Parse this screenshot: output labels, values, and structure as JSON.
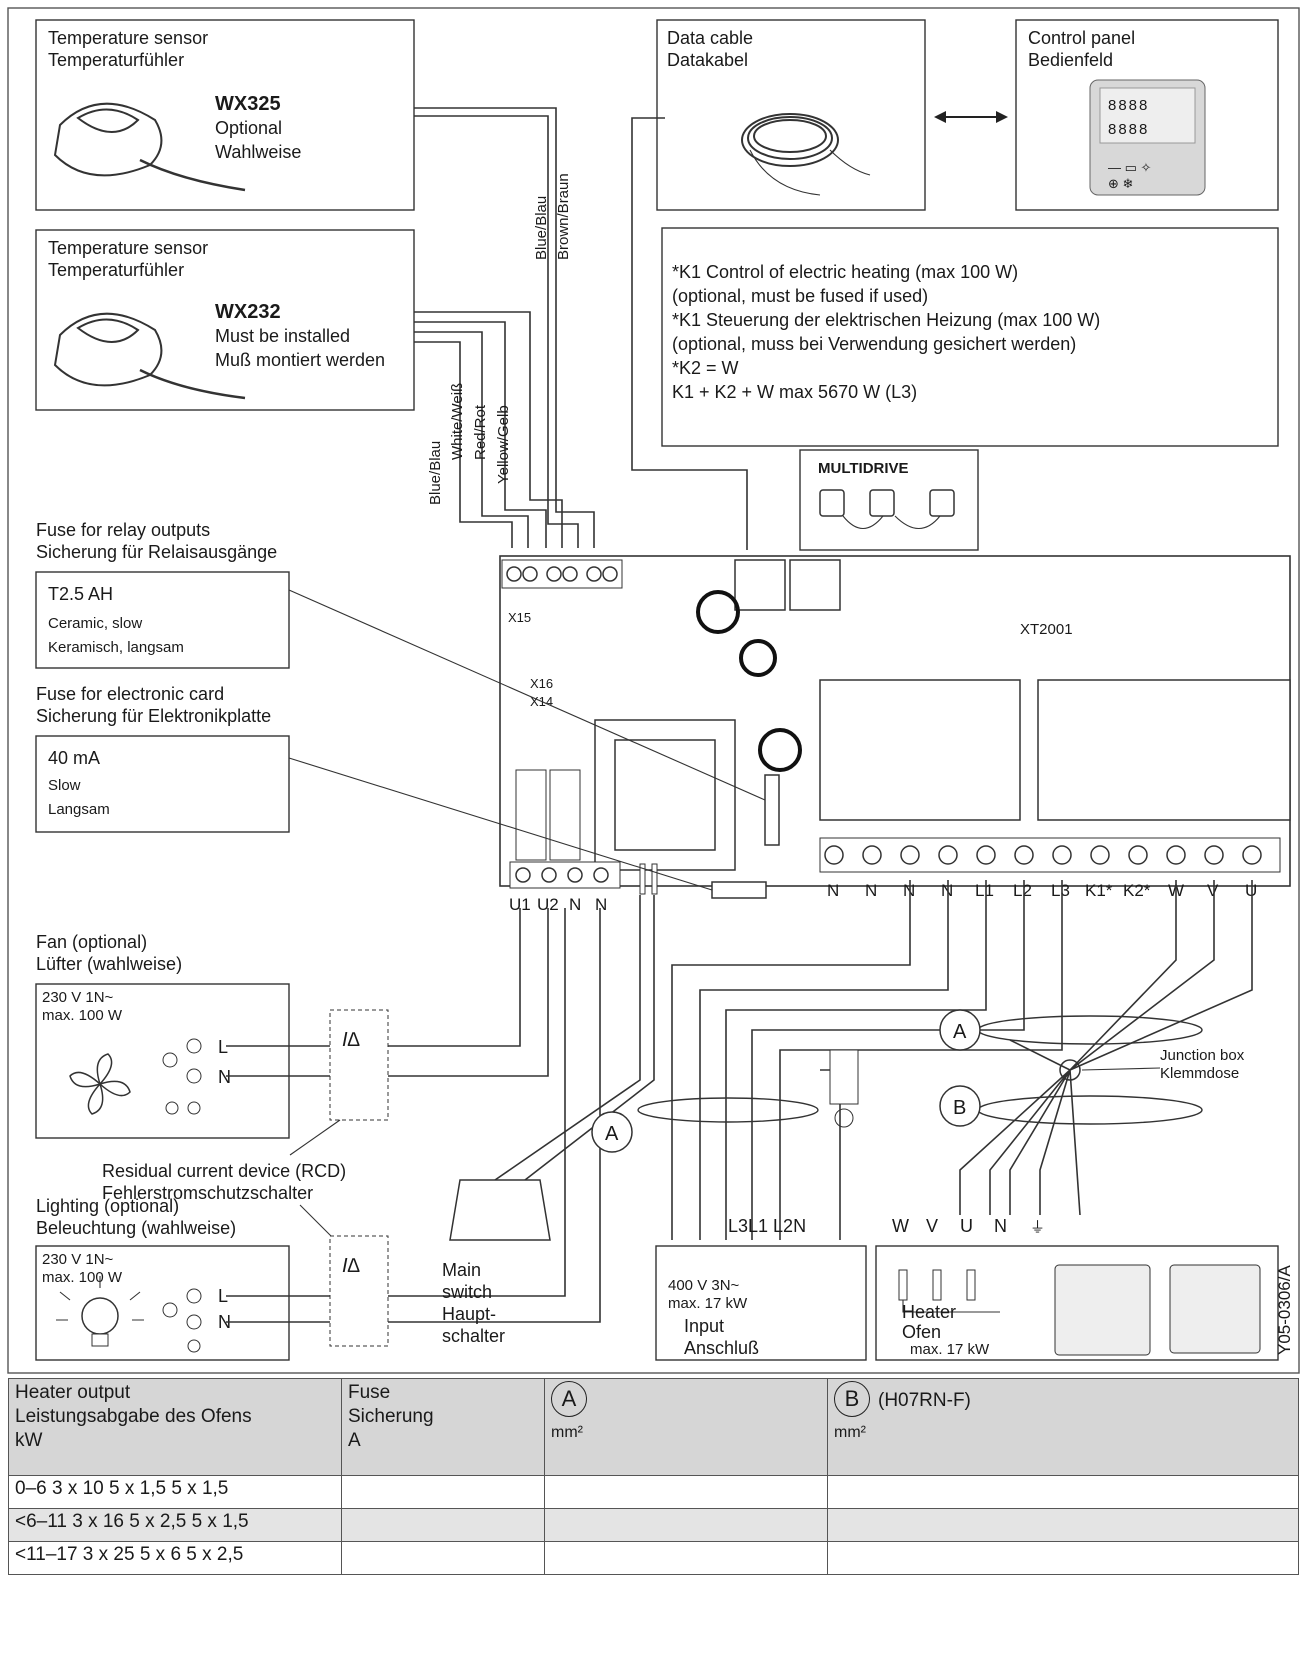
{
  "sensor1": {
    "title_en": "Temperature sensor",
    "title_de": "Temperaturfühler",
    "model": "WX325",
    "note_en": "Optional",
    "note_de": "Wahlweise"
  },
  "sensor2": {
    "title_en": "Temperature sensor",
    "title_de": "Temperaturfühler",
    "model": "WX232",
    "note_en": "Must be installed",
    "note_de": "Muß montiert werden"
  },
  "data_cable": {
    "en": "Data cable",
    "de": "Datakabel"
  },
  "control_panel": {
    "en": "Control panel",
    "de": "Bedienfeld"
  },
  "notes": [
    "*K1 Control of electric heating (max 100 W)",
    "(optional, must be fused if used)",
    "*K1 Steuerung der elektrischen Heizung (max 100 W)",
    "(optional, muss bei Verwendung gesichert werden)",
    "*K2 = W",
    "K1 + K2 + W max 5670 W (L3)"
  ],
  "wires_top": [
    "Blue/Blau",
    "Brown/Braun"
  ],
  "wires_sensor2": [
    "Blue/Blau",
    "White/Weiß",
    "Red/Rot",
    "Yellow/Gelb"
  ],
  "multidrive": "MULTIDRIVE",
  "board": {
    "model": "XT2001",
    "x15": "X15",
    "x16": "X16",
    "x14": "X14"
  },
  "fuse_relay": {
    "title_en": "Fuse for relay outputs",
    "title_de": "Sicherung für Relaisausgänge",
    "value": "T2.5 AH",
    "type_en": "Ceramic, slow",
    "type_de": "Keramisch, langsam"
  },
  "fuse_card": {
    "title_en": "Fuse for electronic card",
    "title_de": "Sicherung für Elektronikplatte",
    "value": "40 mA",
    "type_en": "Slow",
    "type_de": "Langsam"
  },
  "terminals_left": [
    "U1",
    "U2",
    "N",
    "N"
  ],
  "terminals_right": [
    "N",
    "N",
    "N",
    "N",
    "L1",
    "L2",
    "L3",
    "K1*",
    "K2*",
    "W",
    "V",
    "U"
  ],
  "fan": {
    "title_en": "Fan (optional)",
    "title_de": "Lüfter (wahlweise)",
    "rating1": "230 V 1N~",
    "rating2": "max. 100 W",
    "l": "L",
    "n": "N"
  },
  "rcd": {
    "en": "Residual current device (RCD)",
    "de": "Fehlerstromschutzschalter",
    "symbol": "I∆"
  },
  "lighting": {
    "title_en": "Lighting (optional)",
    "title_de": "Beleuchtung (wahlweise)",
    "rating1": "230 V 1N~",
    "rating2": "max. 100 W",
    "l": "L",
    "n": "N"
  },
  "main_switch": {
    "l1": "Main",
    "l2": "switch",
    "l3": "Haupt-",
    "l4": "schalter"
  },
  "input": {
    "terminals": "L3L1 L2N",
    "rating1": "400 V 3N~",
    "rating2": "max. 17 kW",
    "en": "Input",
    "de": "Anschluß"
  },
  "junction": {
    "en": "Junction box",
    "de": "Klemmdose"
  },
  "heater": {
    "terminals": [
      "W",
      "V",
      "U",
      "N",
      "⏚"
    ],
    "en": "Heater",
    "de": "Ofen",
    "max": "max. 17 kW"
  },
  "cable_a": "A",
  "cable_b": "B",
  "doc_code": "Y05-0306/A",
  "table": {
    "col1": [
      "Heater output",
      "Leistungsabgabe des Ofens",
      "kW"
    ],
    "col2": [
      "Fuse",
      "Sicherung",
      "A"
    ],
    "col3_circle": "A",
    "col3_unit": "mm²",
    "col4_circle": "B",
    "col4_note": "(H07RN-F)",
    "col4_unit": "mm²",
    "rows": [
      [
        "0–6 3 x 10 5 x 1,5 5 x 1,5",
        "",
        "",
        ""
      ],
      [
        "<6–11 3 x 16 5 x 2,5 5 x 1,5",
        "",
        "",
        ""
      ],
      [
        "<11–17 3 x 25 5 x 6 5 x 2,5",
        "",
        "",
        ""
      ]
    ]
  }
}
